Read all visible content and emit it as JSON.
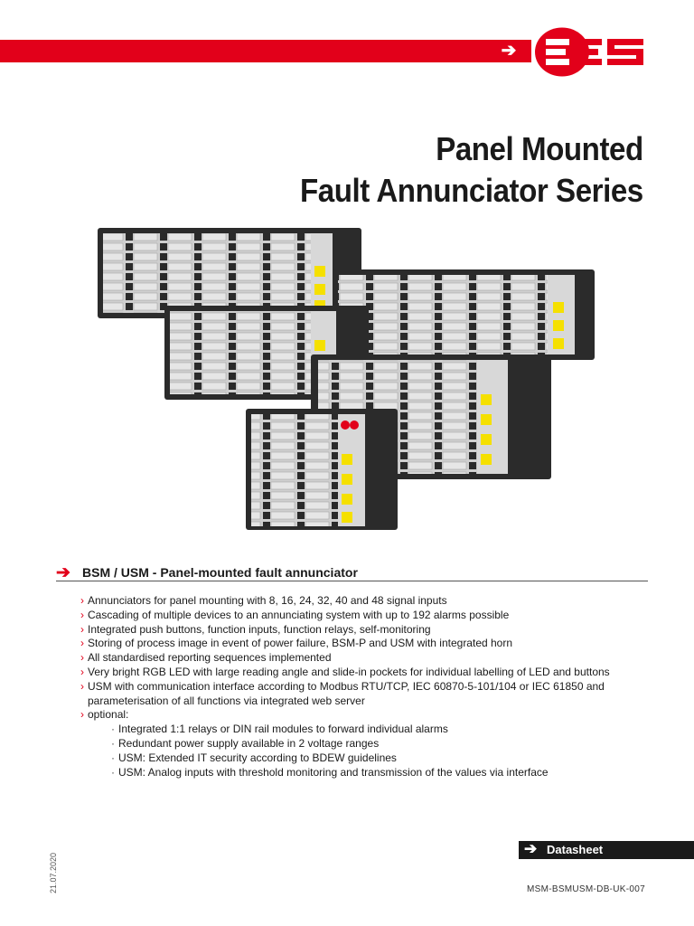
{
  "header": {
    "arrow_icon": "arrow-right-icon",
    "brand_color": "#e2001a",
    "logo_text": "EES"
  },
  "title": {
    "line1": "Panel Mounted",
    "line2": "Fault Annunciator Series"
  },
  "section": {
    "arrow_icon": "arrow-right-icon",
    "title": "BSM / USM - Panel-mounted fault annunciator"
  },
  "features": [
    "Annunciators for panel mounting with 8, 16, 24, 32, 40 and 48 signal inputs",
    "Cascading of multiple devices to an annunciating system with up to 192 alarms possible",
    "Integrated push buttons, function inputs, function relays, self-monitoring",
    "Storing of process image in event of power failure, BSM-P and USM with integrated horn",
    "All standardised reporting sequences implemented",
    "Very bright RGB LED with large reading angle and slide-in pockets for individual labelling of LED and buttons",
    "USM with communication interface according to Modbus RTU/TCP, IEC 60870-5-101/104 or IEC 61850 and parameterisation of all functions via integrated web server",
    "optional:"
  ],
  "optional_items": [
    "Integrated 1:1 relays or DIN rail modules to forward individual alarms",
    "Redundant power supply available in 2 voltage ranges",
    "USM: Extended IT security according to BDEW guidelines",
    "USM: Analog inputs with threshold monitoring and transmission of the values via interface"
  ],
  "footer": {
    "datasheet_label": "Datasheet",
    "doc_code": "MSM-BSMUSM-DB-UK-007",
    "date": "21.07.2020"
  }
}
